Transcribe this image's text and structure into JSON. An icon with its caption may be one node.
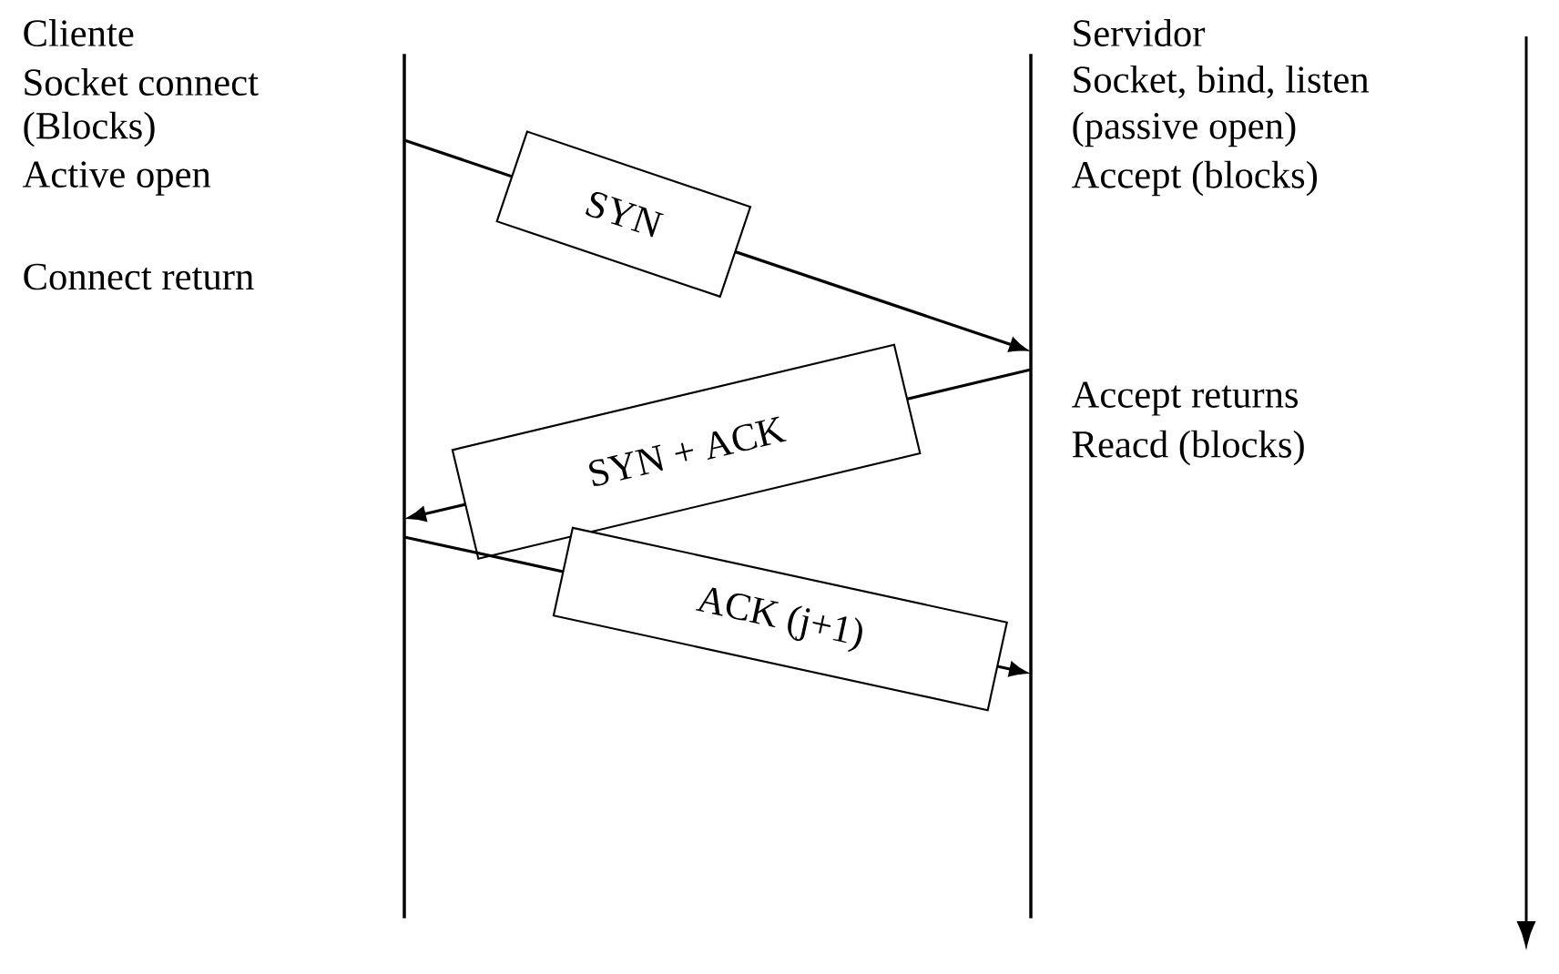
{
  "diagram": {
    "nodes": [
      {
        "text": [],
        "shape": "bar"
      },
      {
        "text": [],
        "shape": "bar"
      }
    ],
    "edges": [
      {
        "from": 0,
        "to": 1,
        "arrow": "to",
        "label": "SYN"
      },
      {
        "from": 1,
        "to": 0,
        "arrow": "to",
        "label": "SYN + ACK"
      },
      {
        "from": 0,
        "to": 1,
        "arrow": "to",
        "label": "ACK (j+1)"
      }
    ],
    "labels": [
      "Cliente",
      "Socket connect",
      "(Blocks)",
      "Active open",
      "Connect return",
      "Servidor",
      "Socket, bind, listen",
      "(passive open)",
      "Accept (blocks)",
      "Accept returns",
      "Reacd (blocks)"
    ]
  }
}
